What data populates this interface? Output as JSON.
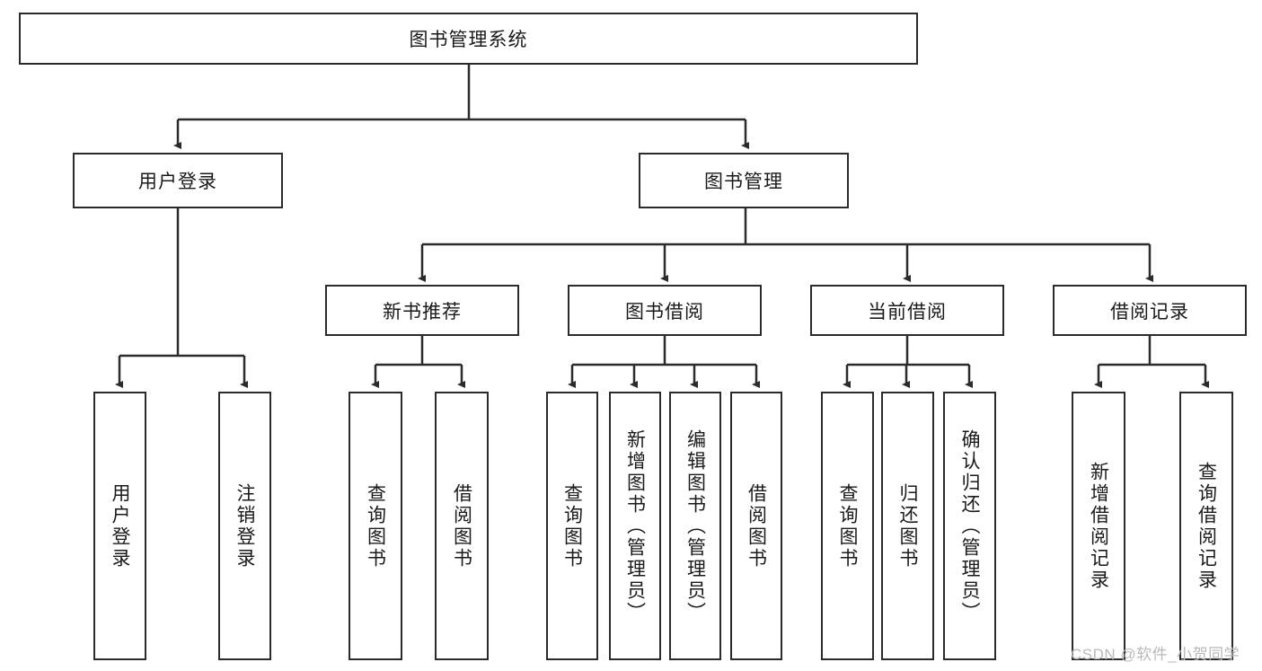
{
  "diagram": {
    "title": "图书管理系统",
    "type": "hierarchy-tree",
    "watermark": "CSDN @软件_小贺同学",
    "colors": {
      "box_border": "#2b2b2b",
      "box_fill": "#ffffff",
      "edge": "#2b2b2b",
      "text": "#1a1a1a",
      "watermark": "#b9b9b9"
    },
    "nodes": {
      "root": {
        "label": "图书管理系统"
      },
      "level2": [
        {
          "label": "用户登录"
        },
        {
          "label": "图书管理"
        }
      ],
      "level3": [
        {
          "label": "新书推荐"
        },
        {
          "label": "图书借阅"
        },
        {
          "label": "当前借阅"
        },
        {
          "label": "借阅记录"
        }
      ],
      "leaves_user_login": [
        {
          "label": "用户登录"
        },
        {
          "label": "注销登录"
        }
      ],
      "leaves_new_book": [
        {
          "label": "查询图书"
        },
        {
          "label": "借阅图书"
        }
      ],
      "leaves_borrow": [
        {
          "label": "查询图书"
        },
        {
          "label": "新增图书（管理员）"
        },
        {
          "label": "编辑图书（管理员）"
        },
        {
          "label": "借阅图书"
        }
      ],
      "leaves_current": [
        {
          "label": "查询图书"
        },
        {
          "label": "归还图书"
        },
        {
          "label": "确认归还（管理员）"
        }
      ],
      "leaves_records": [
        {
          "label": "新增借阅记录"
        },
        {
          "label": "查询借阅记录"
        }
      ]
    }
  }
}
